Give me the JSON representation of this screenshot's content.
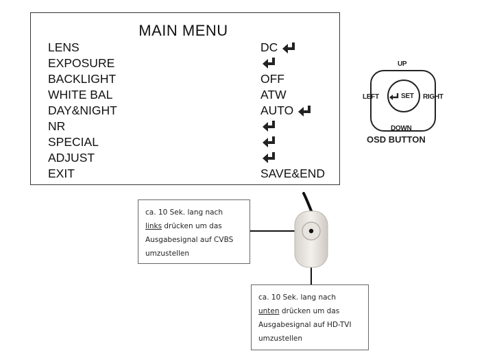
{
  "menu": {
    "title": "MAIN MENU",
    "items": [
      {
        "label": "LENS",
        "value": "DC",
        "enter": true
      },
      {
        "label": "EXPOSURE",
        "value": "",
        "enter": true
      },
      {
        "label": "BACKLIGHT",
        "value": "OFF",
        "enter": false
      },
      {
        "label": "WHITE BAL",
        "value": "ATW",
        "enter": false
      },
      {
        "label": "DAY&NIGHT",
        "value": "AUTO",
        "enter": true
      },
      {
        "label": "NR",
        "value": "",
        "enter": true
      },
      {
        "label": "SPECIAL",
        "value": "",
        "enter": true
      },
      {
        "label": "ADJUST",
        "value": "",
        "enter": true
      },
      {
        "label": "EXIT",
        "value": "SAVE&END",
        "enter": false
      }
    ]
  },
  "osd": {
    "up": "UP",
    "down": "DOWN",
    "left": "LEFT",
    "right": "RIGHT",
    "set": "SET",
    "caption": "OSD BUTTON"
  },
  "note_left": {
    "line1": "ca. 10 Sek. lang nach",
    "line2_underlined": "links",
    "line2_rest": " drücken um das",
    "line3": "Ausgabesignal auf CVBS",
    "line4": "umzustellen"
  },
  "note_bottom": {
    "line1": "ca. 10 Sek. lang nach",
    "line2_underlined": "unten",
    "line2_rest": " drücken um das",
    "line3": "Ausgabesignal auf HD-TVI",
    "line4": "umzustellen"
  },
  "colors": {
    "text": "#111111",
    "device_body": "#ece8e4",
    "border": "#333333"
  }
}
